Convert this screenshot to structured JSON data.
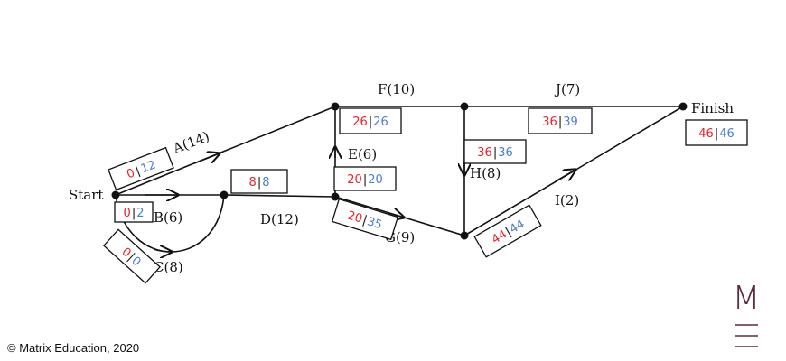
{
  "nodes": {
    "start": "Start",
    "finish": "Finish"
  },
  "activities": {
    "A": "A(14)",
    "B": "B(6)",
    "C": "C(8)",
    "D": "D(12)",
    "E": "E(6)",
    "F": "F(10)",
    "G": "G(9)",
    "H": "H(8)",
    "I": "I(2)",
    "J": "J(7)"
  },
  "times": {
    "A": {
      "earliest": "0",
      "latest": "12"
    },
    "B": {
      "earliest": "0",
      "latest": "2"
    },
    "C": {
      "earliest": "0",
      "latest": "0"
    },
    "D": {
      "earliest": "8",
      "latest": "8"
    },
    "E": {
      "earliest": "20",
      "latest": "20"
    },
    "F": {
      "earliest": "26",
      "latest": "26"
    },
    "G": {
      "earliest": "20",
      "latest": "35"
    },
    "H": {
      "earliest": "36",
      "latest": "36"
    },
    "I": {
      "earliest": "44",
      "latest": "44"
    },
    "J": {
      "earliest": "36",
      "latest": "39"
    },
    "Finish": {
      "earliest": "46",
      "latest": "46"
    }
  },
  "colors": {
    "earliest": "#e8232a",
    "latest": "#4a7fd0",
    "logo": "#5b2a3e"
  },
  "footer": {
    "copyright": "© Matrix Education, 2020"
  },
  "logo": {
    "letter": "M"
  }
}
